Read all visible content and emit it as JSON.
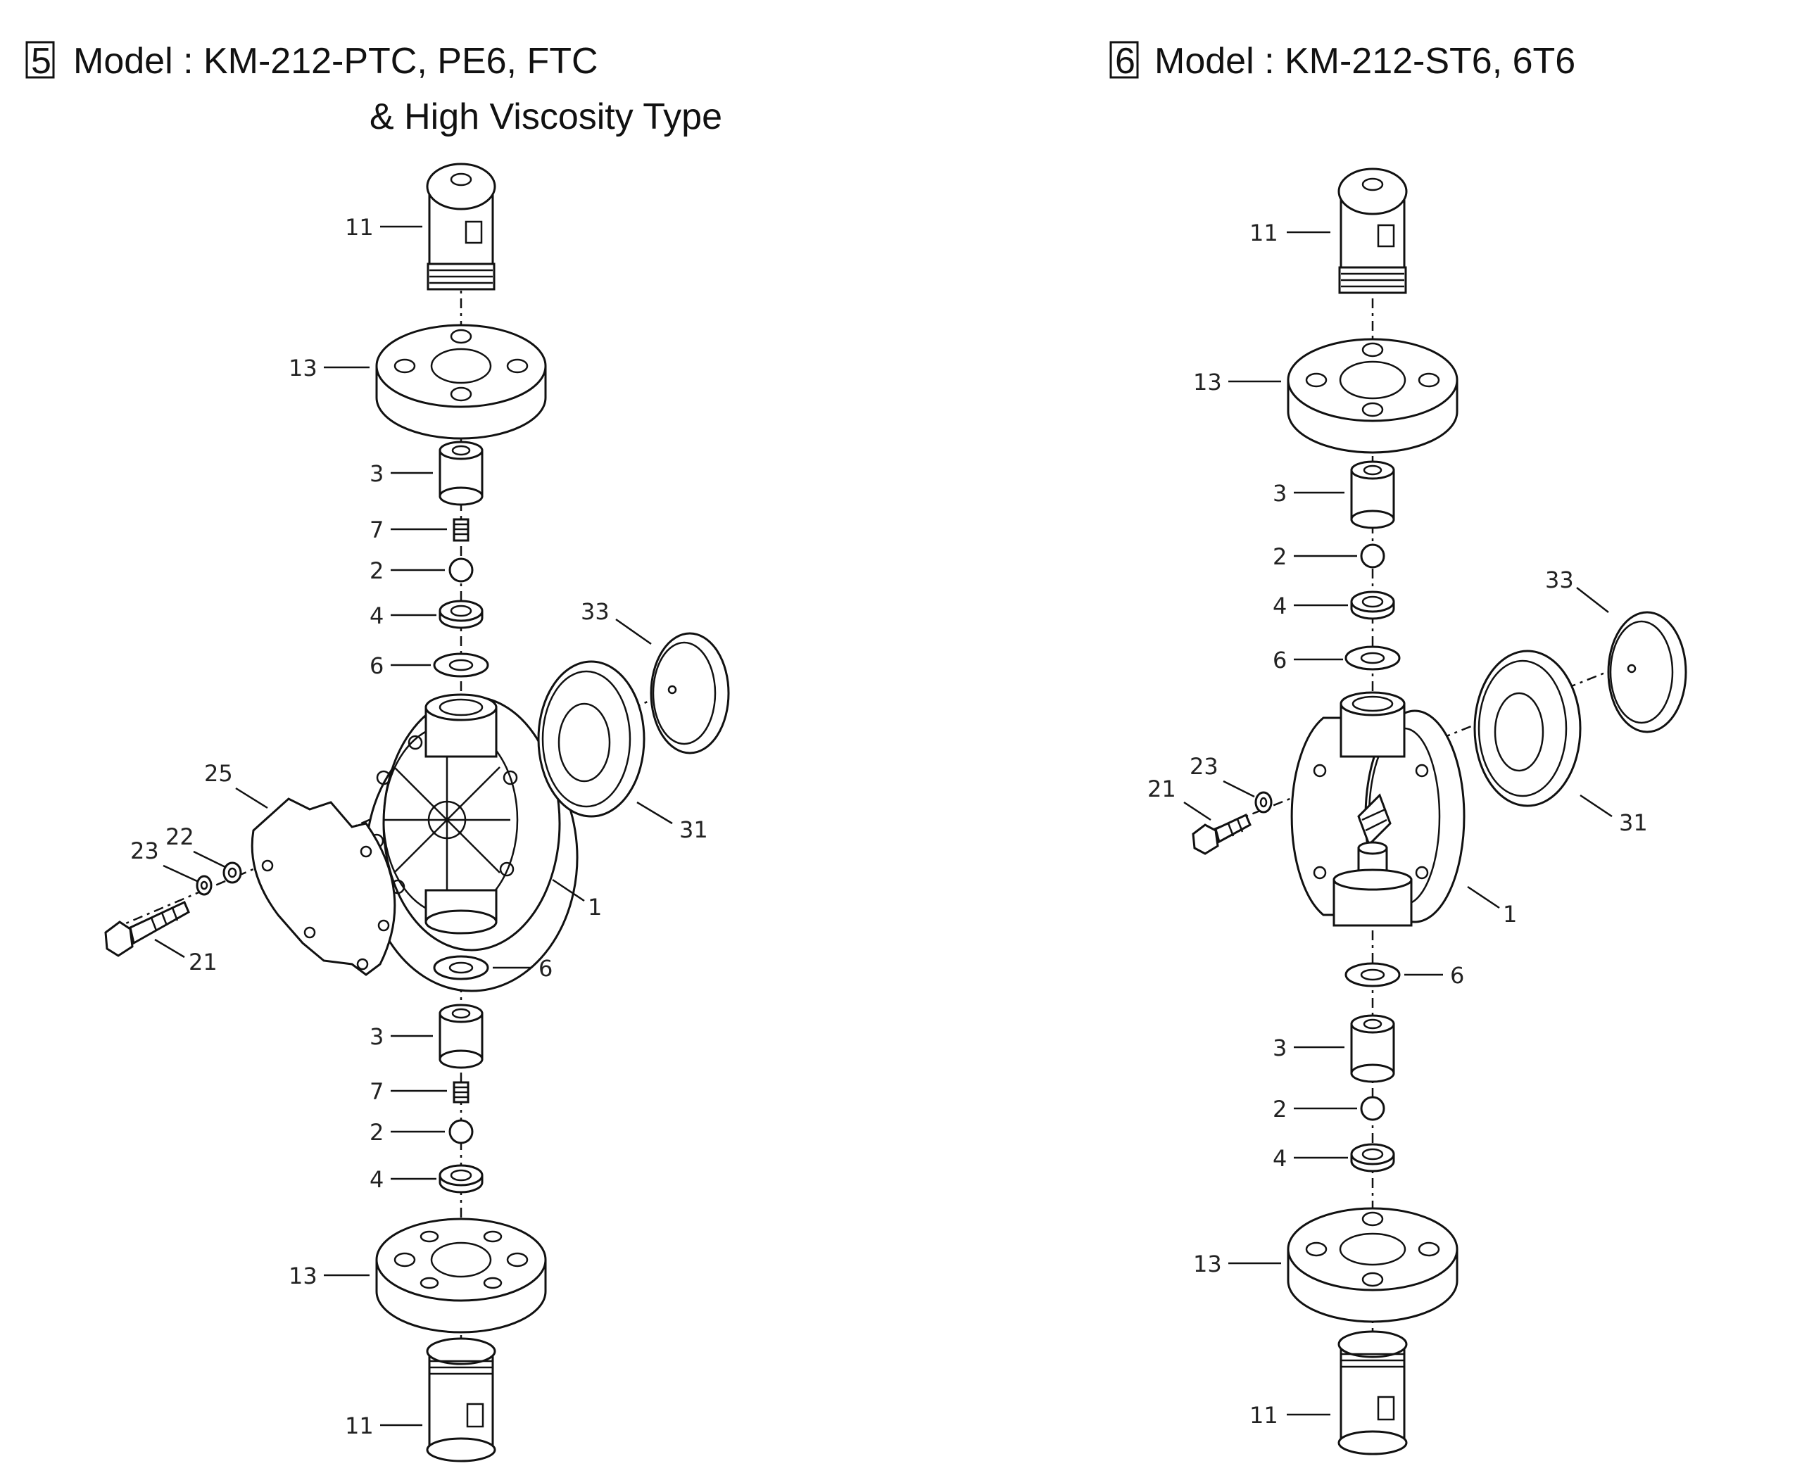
{
  "diagram": {
    "left": {
      "badge": "5",
      "title": "Model : KM-212-PTC, PE6, FTC",
      "subtitle": "& High Viscosity Type",
      "callouts": [
        "11",
        "13",
        "3",
        "7",
        "2",
        "4",
        "6",
        "33",
        "25",
        "22",
        "23",
        "31",
        "1",
        "21",
        "6",
        "3",
        "7",
        "2",
        "4",
        "13",
        "11"
      ]
    },
    "right": {
      "badge": "6",
      "title": "Model : KM-212-ST6, 6T6",
      "callouts": [
        "11",
        "13",
        "3",
        "2",
        "4",
        "33",
        "6",
        "23",
        "21",
        "31",
        "1",
        "6",
        "3",
        "2",
        "4",
        "13",
        "11"
      ]
    }
  }
}
